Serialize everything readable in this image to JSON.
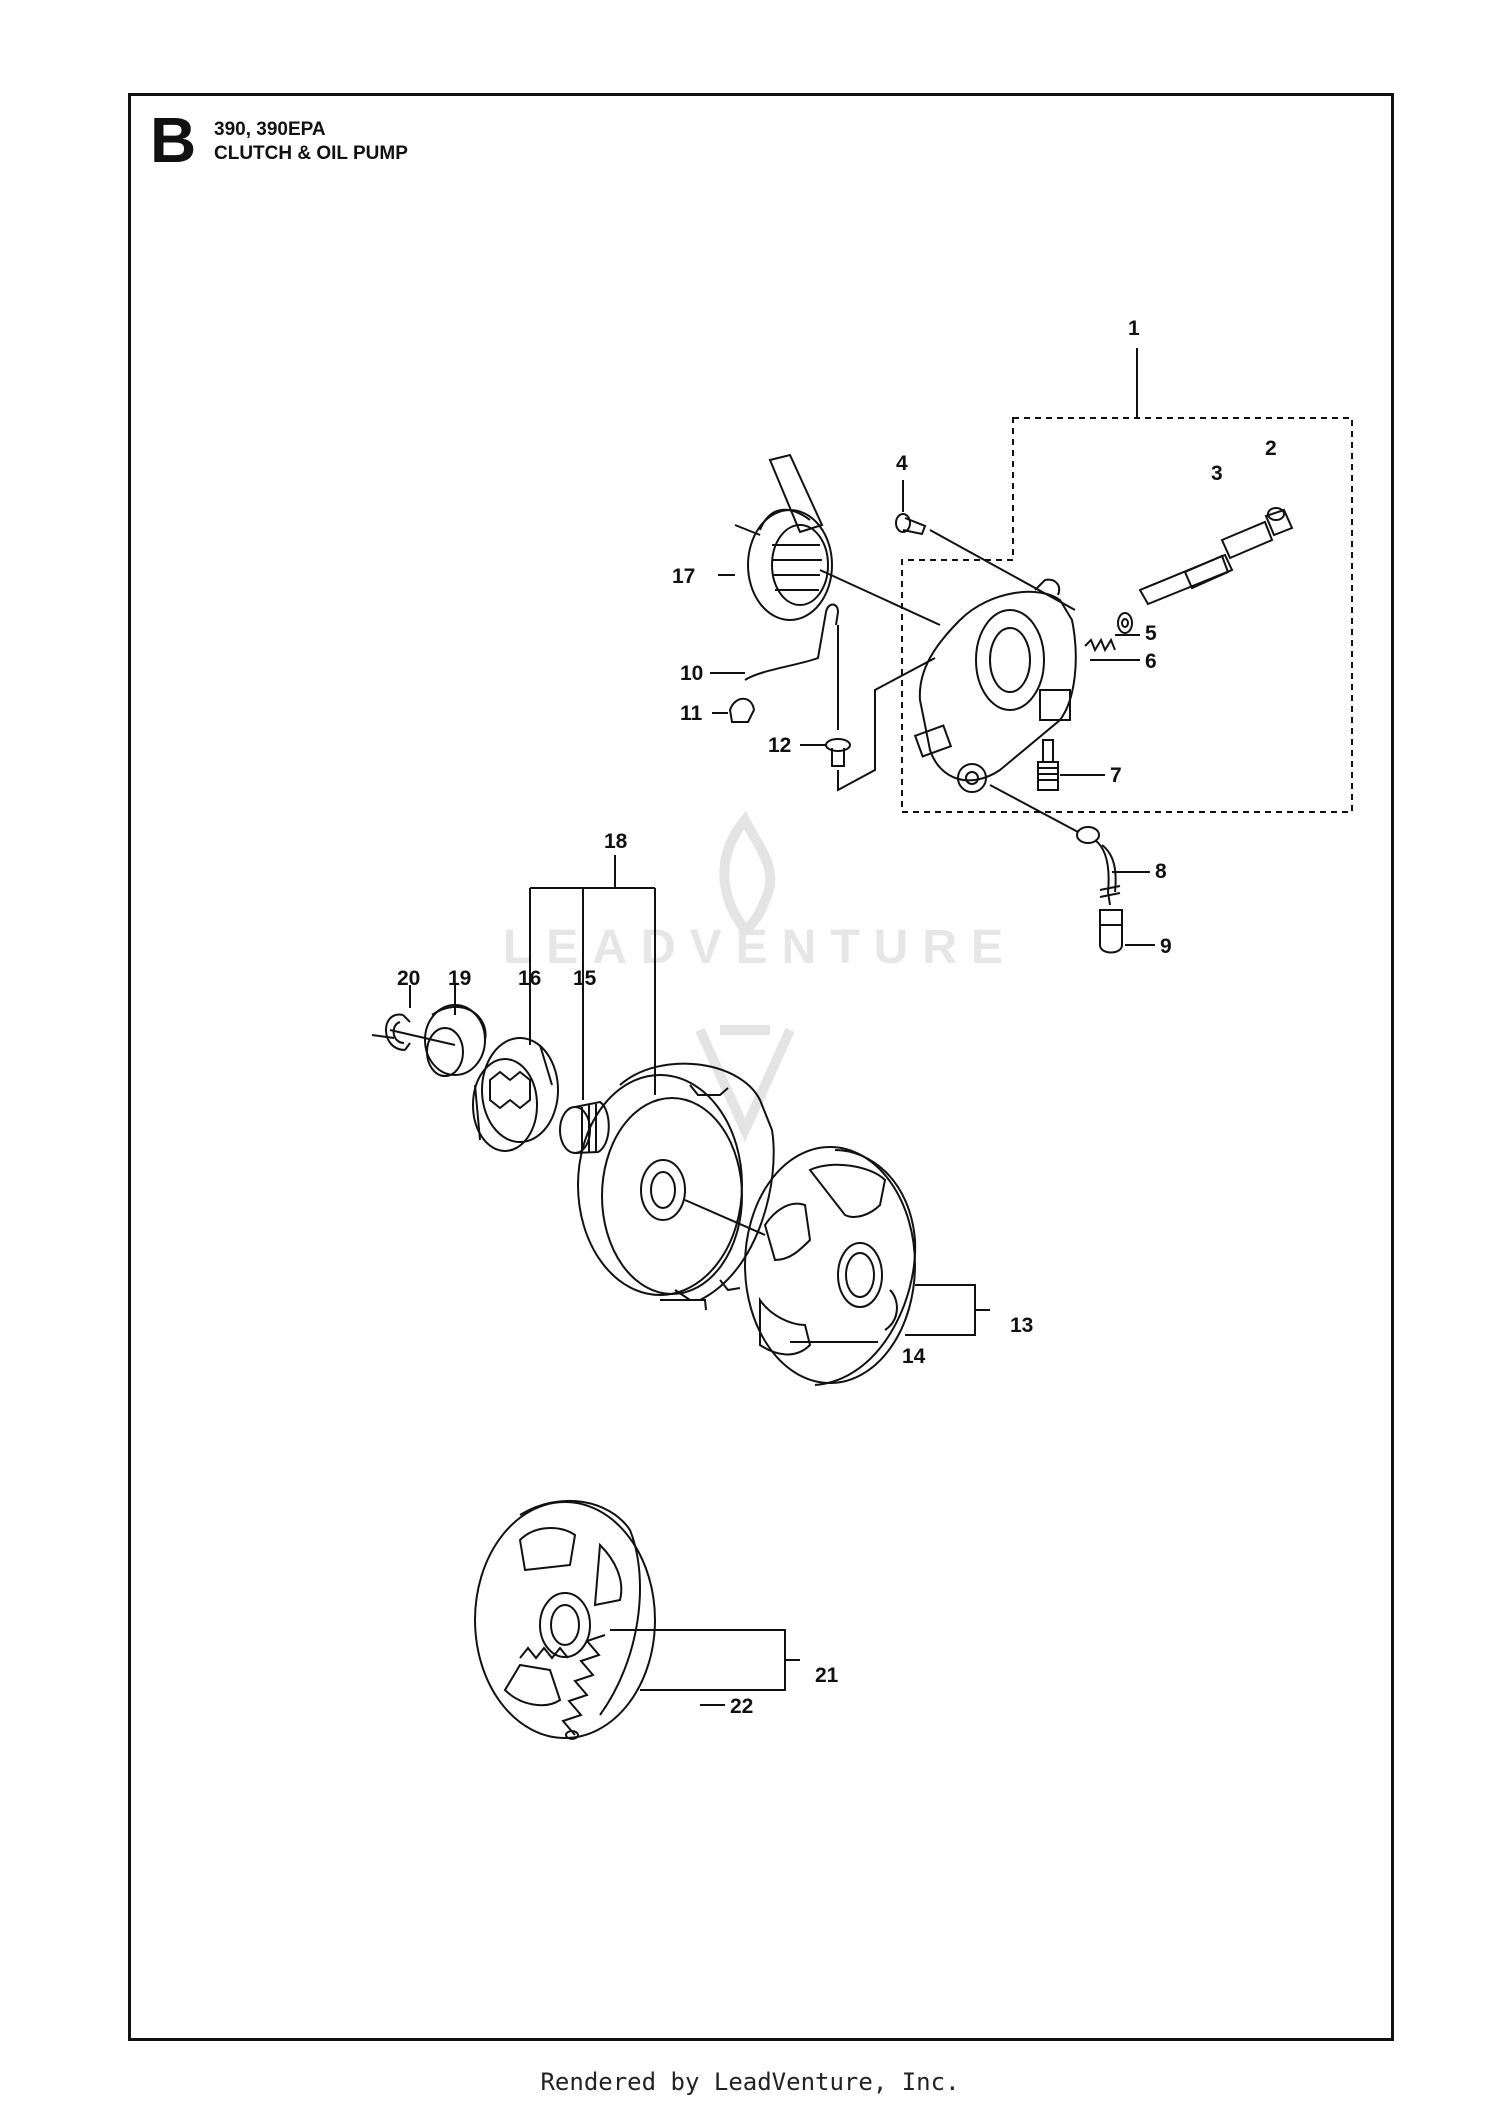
{
  "header": {
    "section": "B",
    "models": "390, 390EPA",
    "title": "CLUTCH & OIL PUMP"
  },
  "callouts": [
    "1",
    "2",
    "3",
    "4",
    "5",
    "6",
    "7",
    "8",
    "9",
    "10",
    "11",
    "12",
    "13",
    "14",
    "15",
    "16",
    "17",
    "18",
    "19",
    "20",
    "21",
    "22"
  ],
  "watermark": "LEADVENTURE",
  "footer": "Rendered by LeadVenture, Inc."
}
